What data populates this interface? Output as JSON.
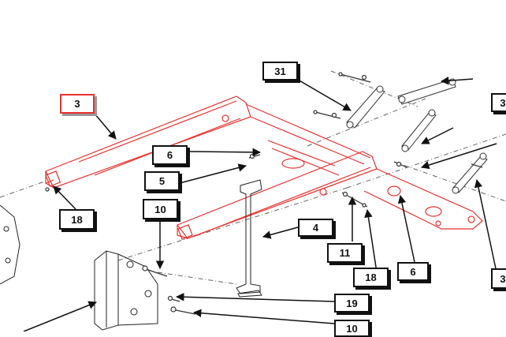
{
  "callouts": {
    "c3_top_left": "3",
    "c31": "31",
    "c3_right": "3",
    "c6_left": "6",
    "c5": "5",
    "c10_left": "10",
    "c18_left": "18",
    "c4": "4",
    "c11": "11",
    "c18_mid": "18",
    "c6_mid": "6",
    "c19": "19",
    "c10_bottom": "10",
    "c3_bottom_right": "3"
  },
  "colors": {
    "highlight": "#e8322f",
    "line": "#222222",
    "hardware": "#555555"
  }
}
